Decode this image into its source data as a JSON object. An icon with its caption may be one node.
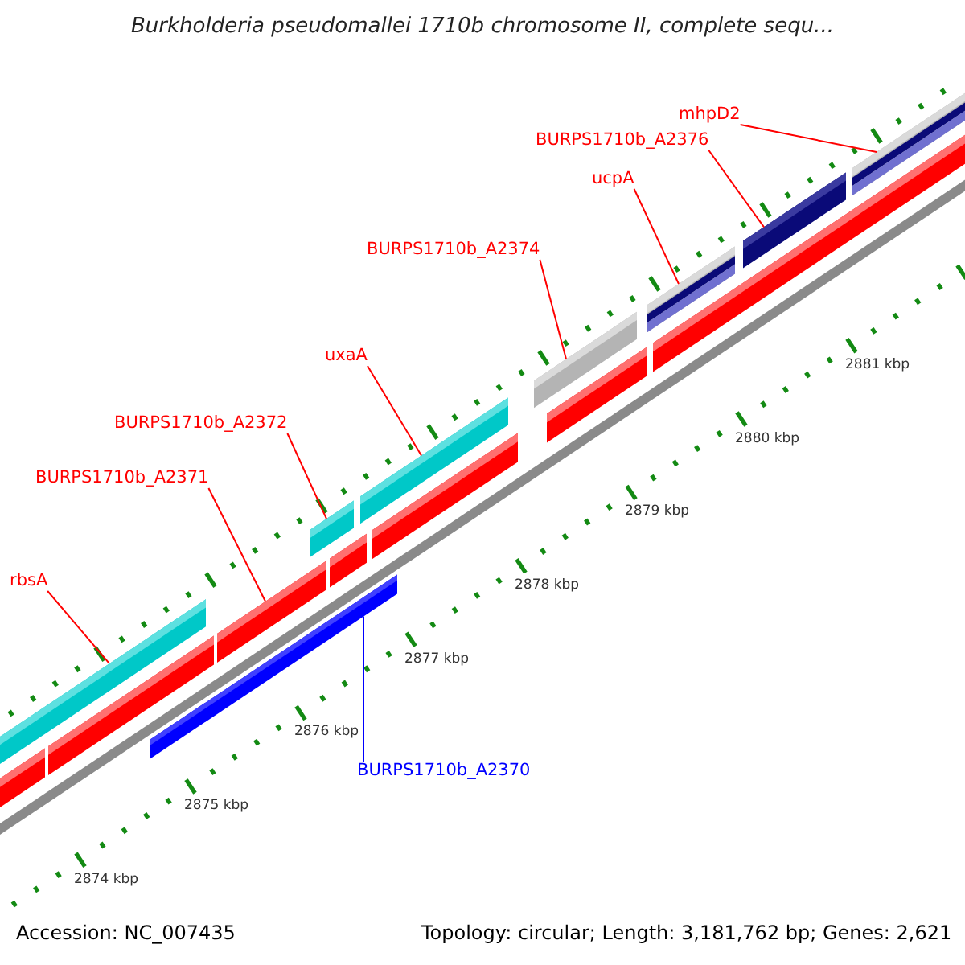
{
  "diagram": {
    "title": "Burkholderia pseudomallei 1710b chromosome II, complete sequ...",
    "nodes": [
      {
        "text": [
          "rbsA"
        ]
      },
      {
        "text": [
          "BURPS1710b_A2371"
        ]
      },
      {
        "text": [
          "BURPS1710b_A2372"
        ]
      },
      {
        "text": [
          "uxaA"
        ]
      },
      {
        "text": [
          "BURPS1710b_A2374"
        ]
      },
      {
        "text": [
          "ucpA"
        ]
      },
      {
        "text": [
          "BURPS1710b_A2376"
        ]
      },
      {
        "text": [
          "mhpD2"
        ]
      },
      {
        "text": [
          "BURPS1710b_A2370"
        ]
      },
      {
        "text": [],
        "shape": "bar"
      },
      {
        "text": [],
        "shape": "bar"
      },
      {
        "text": [],
        "shape": "bar"
      },
      {
        "text": [],
        "shape": "bar"
      },
      {
        "text": [],
        "shape": "bar"
      },
      {
        "text": [],
        "shape": "bar"
      },
      {
        "text": [],
        "shape": "bar"
      },
      {
        "text": [],
        "shape": "bar"
      },
      {
        "text": [],
        "shape": "bar"
      },
      {
        "text": [],
        "shape": "bar"
      },
      {
        "text": [],
        "shape": "bar"
      },
      {
        "text": [],
        "shape": "bar"
      },
      {
        "text": [],
        "shape": "bar"
      },
      {
        "text": [],
        "shape": "bar"
      },
      {
        "text": [],
        "shape": "bar"
      }
    ],
    "edges": [
      {
        "from": 0,
        "to": 9,
        "arrow": "none"
      },
      {
        "from": 1,
        "to": 18,
        "arrow": "none"
      },
      {
        "from": 2,
        "to": 10,
        "arrow": "none"
      },
      {
        "from": 3,
        "to": 11,
        "arrow": "none"
      },
      {
        "from": 4,
        "to": 12,
        "arrow": "none"
      },
      {
        "from": 5,
        "to": 13,
        "arrow": "none"
      },
      {
        "from": 6,
        "to": 14,
        "arrow": "none"
      },
      {
        "from": 7,
        "to": 15,
        "arrow": "none"
      },
      {
        "from": 8,
        "to": 23,
        "arrow": "none",
        "color": "#0000ff"
      }
    ],
    "labels": [
      "2874 kbp",
      "2875 kbp",
      "2876 kbp",
      "2877 kbp",
      "2878 kbp",
      "2879 kbp",
      "2880 kbp",
      "2881 kbp",
      "Accession: NC_007435",
      "Topology: circular; Length: 3,181,762 bp; Genes: 2,621"
    ]
  }
}
